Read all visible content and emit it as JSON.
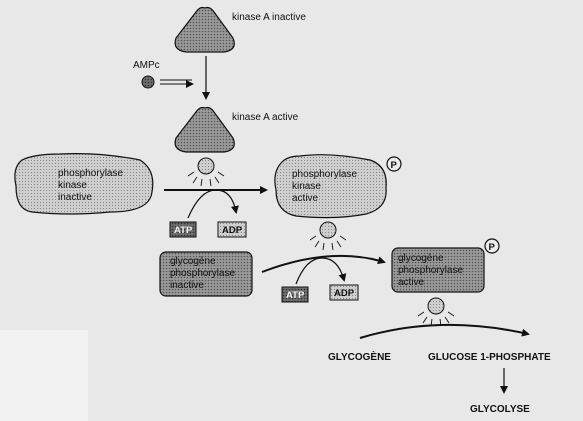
{
  "labels": {
    "kinase_a_inactive": "kinase A inactive",
    "kinase_a_active": "kinase A active",
    "ampc": "AMPc",
    "pk_inactive": [
      "phosphorylase",
      "kinase",
      "inactive"
    ],
    "pk_active": [
      "phosphorylase",
      "kinase",
      "active"
    ],
    "gp_inactive": [
      "glycogène",
      "phosphorylase",
      "inactive"
    ],
    "gp_active": [
      "glycogène",
      "phosphorylase",
      "active"
    ],
    "atp": "ATP",
    "adp": "ADP",
    "phosphate": "P",
    "glycogene": "GLYCOGÈNE",
    "glucose_1_phosphate": "GLUCOSE 1-PHOSPHATE",
    "glycolyse": "GLYCOLYSE"
  },
  "colors": {
    "background": "#e8e8e8",
    "enzyme_fill": "#8a8a8a",
    "enzyme_light": "#c4c4c4",
    "atp_fill": "#4a4a4a",
    "adp_fill": "#bcbcbc",
    "line": "#111111"
  }
}
